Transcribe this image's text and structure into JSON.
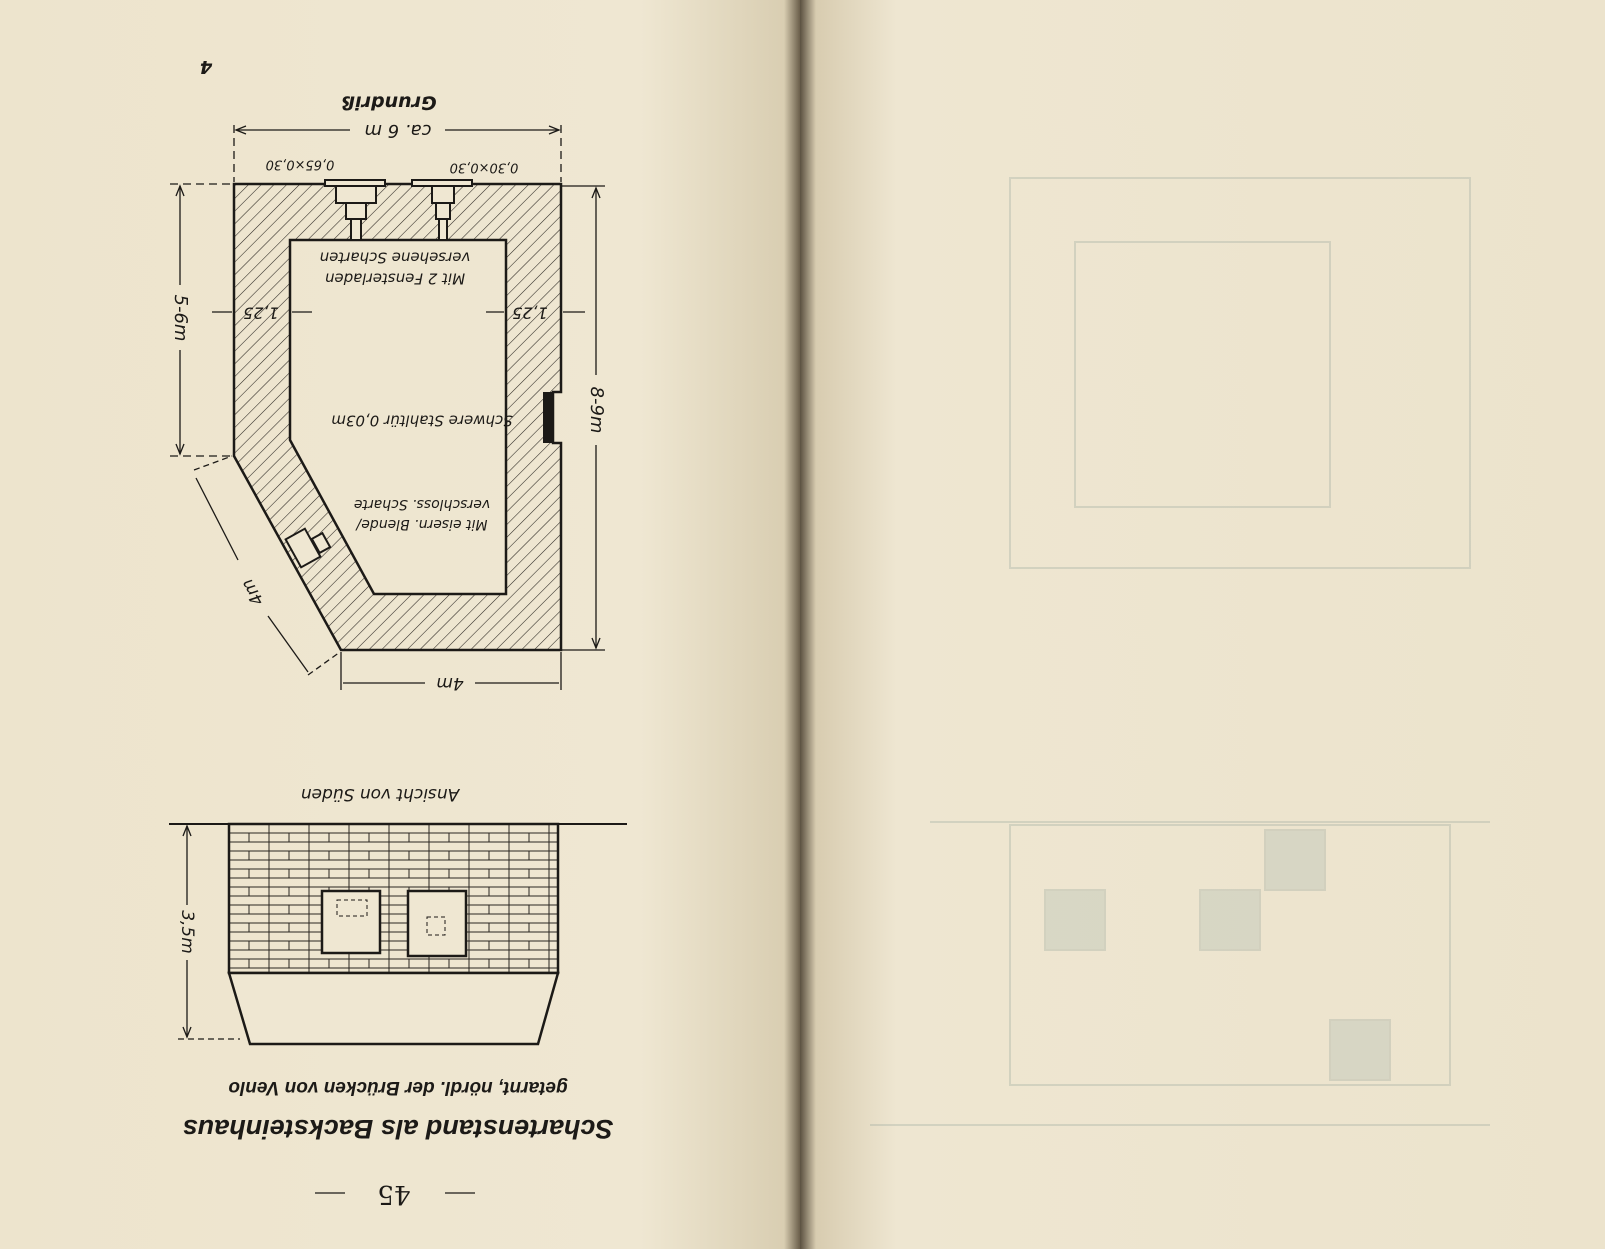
{
  "page": {
    "page_marker": "4",
    "page_number": "45",
    "title": "Schartenstand als Backsteinhaus",
    "subtitle": "getarnt, nördl. der Brücken von Venlo"
  },
  "plan": {
    "label": "Grundriß",
    "width_dim": "ca. 6 m",
    "embrasure_left": "0,65×0,30",
    "embrasure_right": "0,30×0,30",
    "shutter_note_1": "Mit 2 Fensterladen",
    "shutter_note_2": "versehene Scharten",
    "wall_left": "1,25",
    "wall_right": "1,25",
    "side_dim": "5-6m",
    "length_dim": "8-9m",
    "door_note": "Schwere Stahltür 0,03m",
    "blende_note_1": "Mit eisern. Blende/",
    "blende_note_2": "verschloss. Scharte",
    "diag_dim": "4m",
    "bottom_dim": "4m"
  },
  "elevation": {
    "label": "Ansicht von Süden",
    "height_dim": "3,5m"
  }
}
